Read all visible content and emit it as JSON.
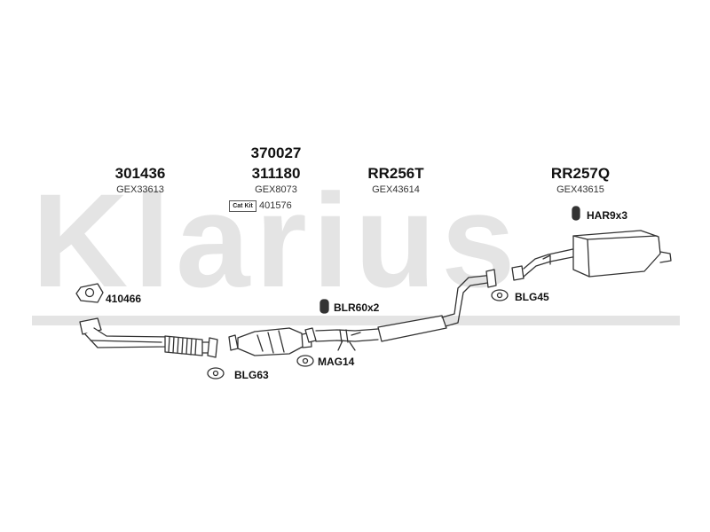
{
  "watermark": {
    "text": "Klarius"
  },
  "top_parts": [
    {
      "code": "301436",
      "ref": "GEX33613"
    },
    {
      "code_upper": "370027",
      "code": "311180",
      "ref": "GEX8073"
    },
    {
      "code": "RR256T",
      "ref": "GEX43614"
    },
    {
      "code": "RR257Q",
      "ref": "GEX43615"
    }
  ],
  "cat_kit": {
    "badge": "Cat Kit",
    "number": "401576"
  },
  "fittings": [
    {
      "label": "HAR9x3"
    },
    {
      "label": "410466"
    },
    {
      "label": "BLR60x2"
    },
    {
      "label": "BLG45"
    },
    {
      "label": "MAG14"
    },
    {
      "label": "BLG63"
    }
  ]
}
